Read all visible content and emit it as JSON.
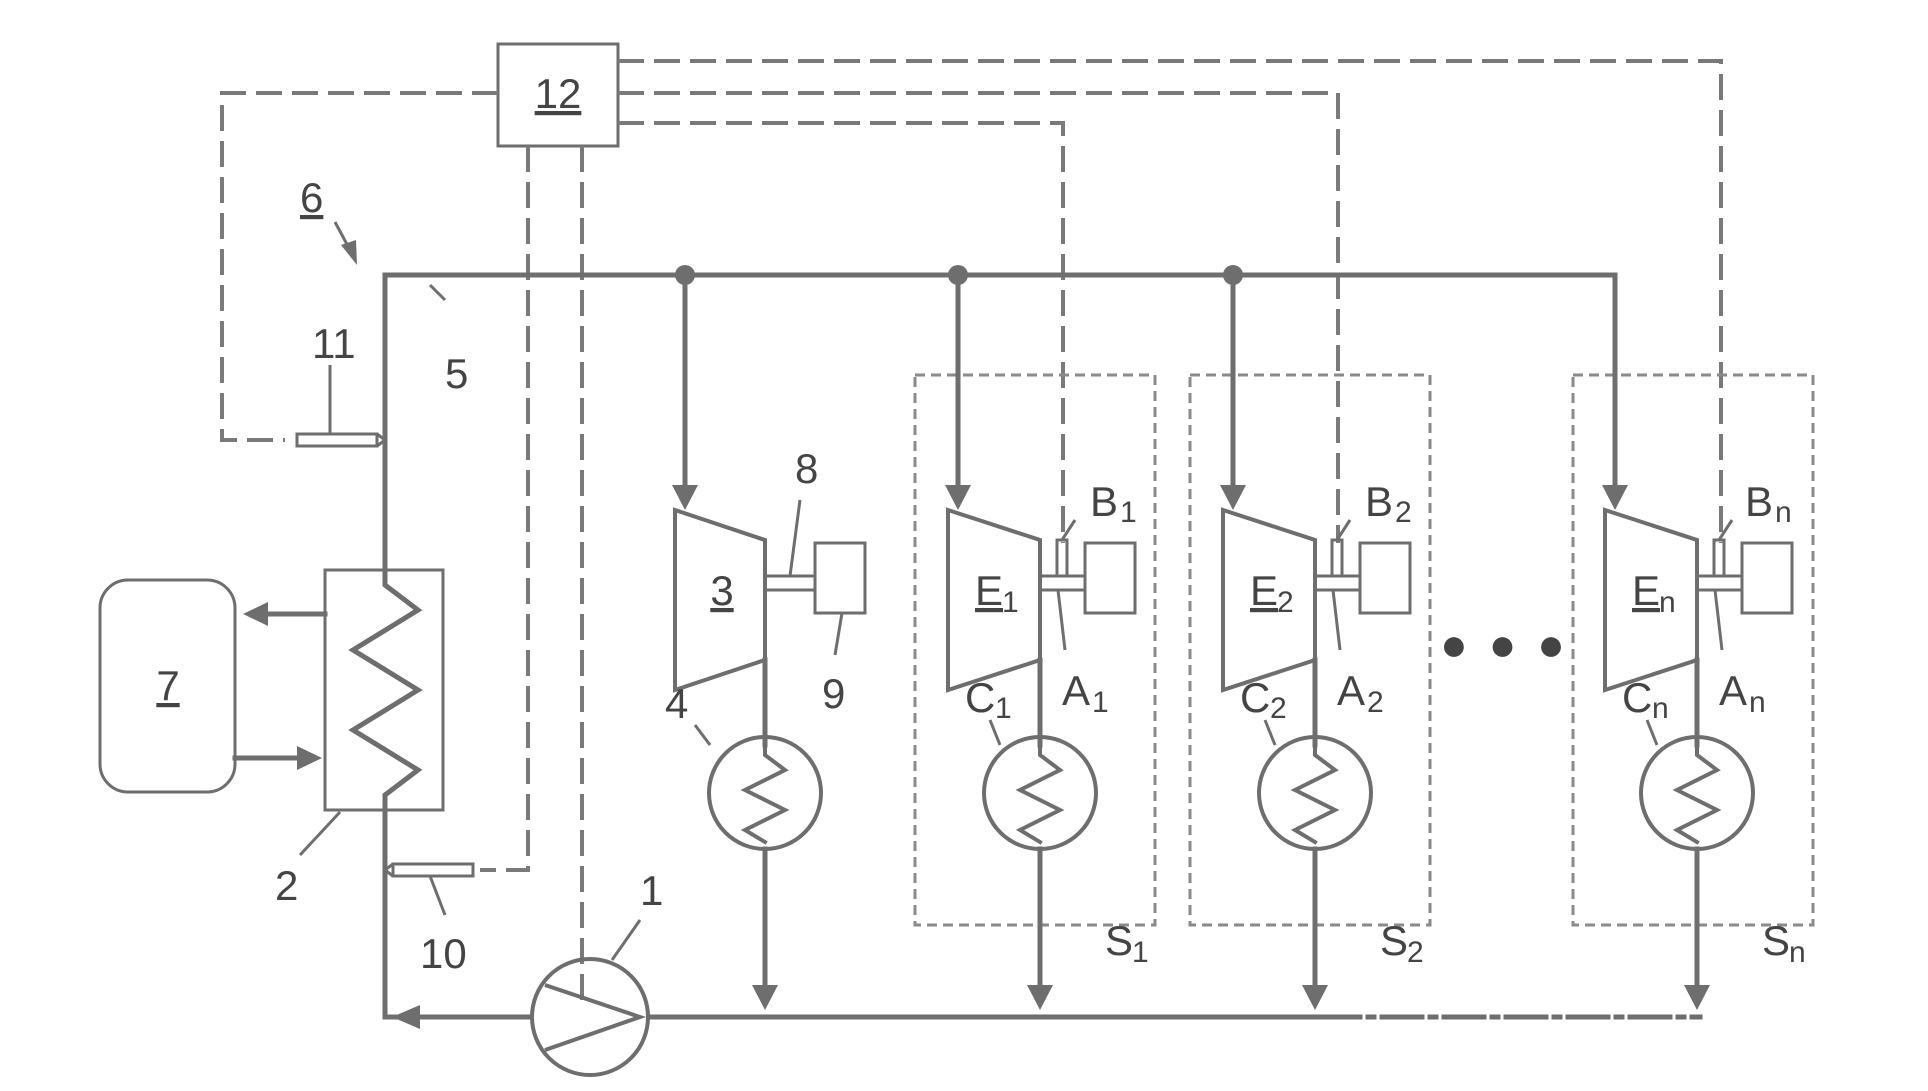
{
  "labels": {
    "pump": "1",
    "heat_exchanger": "2",
    "main_expander": "3",
    "main_condenser": "4",
    "pipe": "5",
    "system": "6",
    "heat_source": "7",
    "shaft": "8",
    "generator": "9",
    "sensor_low": "10",
    "sensor_high": "11",
    "controller": "12",
    "dots": "● ● ●"
  },
  "units": [
    {
      "E": "E",
      "sub": "1",
      "C": "C",
      "A": "A",
      "B": "B",
      "S": "S"
    },
    {
      "E": "E",
      "sub": "2",
      "C": "C",
      "A": "A",
      "B": "B",
      "S": "S"
    },
    {
      "E": "E",
      "sub": "n",
      "C": "C",
      "A": "A",
      "B": "B",
      "S": "S"
    }
  ],
  "colors": {
    "line": "#6e6e6e",
    "dash": "#7a7a7a"
  }
}
